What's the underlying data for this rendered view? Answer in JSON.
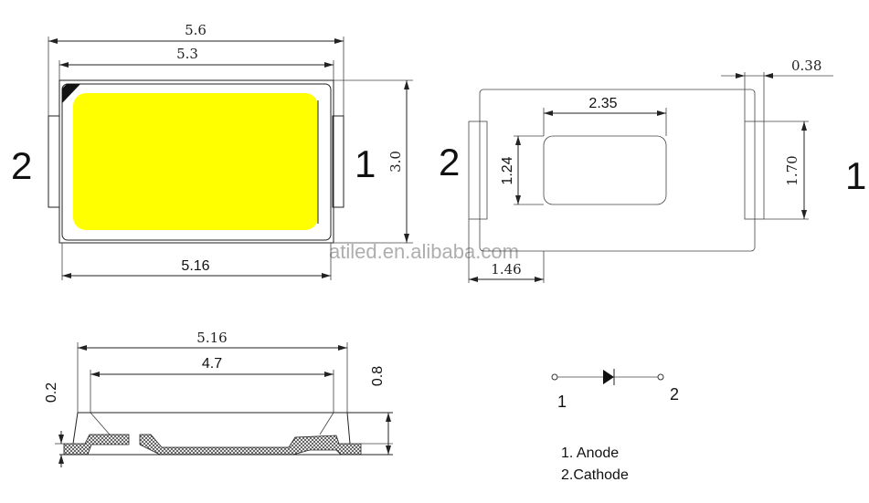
{
  "top_view": {
    "dim_overall_width": "5.6",
    "dim_body_width": "5.3",
    "dim_height": "3.0",
    "dim_bottom_width": "5.16",
    "pin_left": "2",
    "pin_right": "1",
    "emitter_color": "#ffff00"
  },
  "pad_view": {
    "dim_pad_width": "0.38",
    "dim_window_width": "2.35",
    "dim_window_height": "1.24",
    "dim_pad_height": "1.70",
    "dim_pad_offset": "1.46",
    "pin_left": "2",
    "pin_right": "1"
  },
  "side_view": {
    "dim_outer_width": "5.16",
    "dim_inner_width": "4.7",
    "dim_height": "0.8",
    "dim_lead_thickness": "0.2"
  },
  "schematic": {
    "pin_1": "1",
    "pin_2": "2",
    "legend": [
      "1. Anode",
      "2.Cathode"
    ]
  },
  "watermark": "atiled.en.alibaba.com"
}
